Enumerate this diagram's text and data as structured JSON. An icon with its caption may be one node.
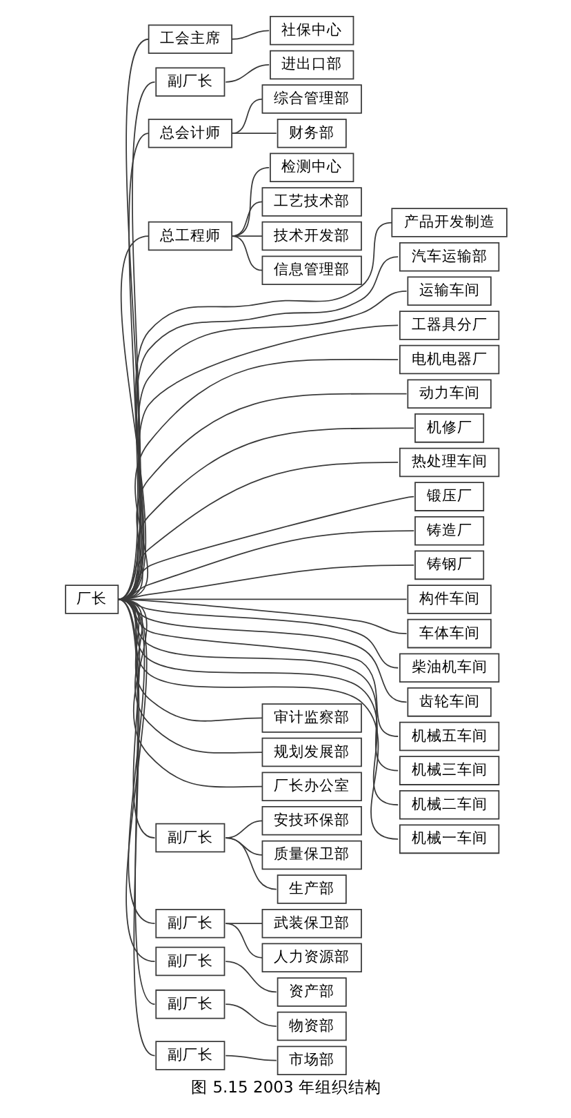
{
  "diagram": {
    "caption": "图 5.15 2003 年组织结构",
    "nodes": [
      {
        "text": [
          "厂长"
        ]
      },
      {
        "text": [
          "工会主席"
        ]
      },
      {
        "text": [
          "社保中心"
        ]
      },
      {
        "text": [
          "副厂长"
        ]
      },
      {
        "text": [
          "进出口部"
        ]
      },
      {
        "text": [
          "总会计师"
        ]
      },
      {
        "text": [
          "综合管理部"
        ]
      },
      {
        "text": [
          "财务部"
        ]
      },
      {
        "text": [
          "总工程师"
        ]
      },
      {
        "text": [
          "检测中心"
        ]
      },
      {
        "text": [
          "工艺技术部"
        ]
      },
      {
        "text": [
          "技术开发部"
        ]
      },
      {
        "text": [
          "信息管理部"
        ]
      },
      {
        "text": [
          "产品开发制造"
        ]
      },
      {
        "text": [
          "汽车运输部"
        ]
      },
      {
        "text": [
          "运输车间"
        ]
      },
      {
        "text": [
          "工器具分厂"
        ]
      },
      {
        "text": [
          "电机电器厂"
        ]
      },
      {
        "text": [
          "动力车间"
        ]
      },
      {
        "text": [
          "机修厂"
        ]
      },
      {
        "text": [
          "热处理车间"
        ]
      },
      {
        "text": [
          "锻压厂"
        ]
      },
      {
        "text": [
          "铸造厂"
        ]
      },
      {
        "text": [
          "铸钢厂"
        ]
      },
      {
        "text": [
          "构件车间"
        ]
      },
      {
        "text": [
          "车体车间"
        ]
      },
      {
        "text": [
          "柴油机车间"
        ]
      },
      {
        "text": [
          "齿轮车间"
        ]
      },
      {
        "text": [
          "机械五车间"
        ]
      },
      {
        "text": [
          "机械三车间"
        ]
      },
      {
        "text": [
          "机械二车间"
        ]
      },
      {
        "text": [
          "机械一车间"
        ]
      },
      {
        "text": [
          "审计监察部"
        ]
      },
      {
        "text": [
          "规划发展部"
        ]
      },
      {
        "text": [
          "厂长办公室"
        ]
      },
      {
        "text": [
          "副厂长"
        ]
      },
      {
        "text": [
          "安技环保部"
        ]
      },
      {
        "text": [
          "质量保卫部"
        ]
      },
      {
        "text": [
          "生产部"
        ]
      },
      {
        "text": [
          "副厂长"
        ]
      },
      {
        "text": [
          "武装保卫部"
        ]
      },
      {
        "text": [
          "人力资源部"
        ]
      },
      {
        "text": [
          "副厂长"
        ]
      },
      {
        "text": [
          "资产部"
        ]
      },
      {
        "text": [
          "副厂长"
        ]
      },
      {
        "text": [
          "物资部"
        ]
      },
      {
        "text": [
          "副厂长"
        ]
      },
      {
        "text": [
          "市场部"
        ]
      }
    ],
    "edges": [
      {
        "from": 0,
        "to": 1,
        "arrow": "none"
      },
      {
        "from": 1,
        "to": 2,
        "arrow": "none"
      },
      {
        "from": 0,
        "to": 3,
        "arrow": "none"
      },
      {
        "from": 3,
        "to": 4,
        "arrow": "none"
      },
      {
        "from": 0,
        "to": 5,
        "arrow": "none"
      },
      {
        "from": 5,
        "to": 6,
        "arrow": "none"
      },
      {
        "from": 5,
        "to": 7,
        "arrow": "none"
      },
      {
        "from": 0,
        "to": 8,
        "arrow": "none"
      },
      {
        "from": 8,
        "to": 9,
        "arrow": "none"
      },
      {
        "from": 8,
        "to": 10,
        "arrow": "none"
      },
      {
        "from": 8,
        "to": 11,
        "arrow": "none"
      },
      {
        "from": 8,
        "to": 12,
        "arrow": "none"
      },
      {
        "from": 0,
        "to": 13,
        "arrow": "none"
      },
      {
        "from": 0,
        "to": 14,
        "arrow": "none"
      },
      {
        "from": 0,
        "to": 15,
        "arrow": "none"
      },
      {
        "from": 0,
        "to": 16,
        "arrow": "none"
      },
      {
        "from": 0,
        "to": 17,
        "arrow": "none"
      },
      {
        "from": 0,
        "to": 18,
        "arrow": "none"
      },
      {
        "from": 0,
        "to": 19,
        "arrow": "none"
      },
      {
        "from": 0,
        "to": 20,
        "arrow": "none"
      },
      {
        "from": 0,
        "to": 21,
        "arrow": "none"
      },
      {
        "from": 0,
        "to": 22,
        "arrow": "none"
      },
      {
        "from": 0,
        "to": 23,
        "arrow": "none"
      },
      {
        "from": 0,
        "to": 24,
        "arrow": "none"
      },
      {
        "from": 0,
        "to": 25,
        "arrow": "none"
      },
      {
        "from": 0,
        "to": 26,
        "arrow": "none"
      },
      {
        "from": 0,
        "to": 27,
        "arrow": "none"
      },
      {
        "from": 0,
        "to": 28,
        "arrow": "none"
      },
      {
        "from": 0,
        "to": 29,
        "arrow": "none"
      },
      {
        "from": 0,
        "to": 30,
        "arrow": "none"
      },
      {
        "from": 0,
        "to": 31,
        "arrow": "none"
      },
      {
        "from": 0,
        "to": 32,
        "arrow": "none"
      },
      {
        "from": 0,
        "to": 33,
        "arrow": "none"
      },
      {
        "from": 0,
        "to": 34,
        "arrow": "none"
      },
      {
        "from": 0,
        "to": 35,
        "arrow": "none"
      },
      {
        "from": 35,
        "to": 36,
        "arrow": "none"
      },
      {
        "from": 35,
        "to": 37,
        "arrow": "none"
      },
      {
        "from": 35,
        "to": 38,
        "arrow": "none"
      },
      {
        "from": 0,
        "to": 39,
        "arrow": "none"
      },
      {
        "from": 39,
        "to": 40,
        "arrow": "none"
      },
      {
        "from": 39,
        "to": 41,
        "arrow": "none"
      },
      {
        "from": 0,
        "to": 42,
        "arrow": "none"
      },
      {
        "from": 42,
        "to": 43,
        "arrow": "none"
      },
      {
        "from": 0,
        "to": 44,
        "arrow": "none"
      },
      {
        "from": 44,
        "to": 45,
        "arrow": "none"
      },
      {
        "from": 0,
        "to": 46,
        "arrow": "none"
      },
      {
        "from": 46,
        "to": 47,
        "arrow": "none"
      }
    ]
  }
}
